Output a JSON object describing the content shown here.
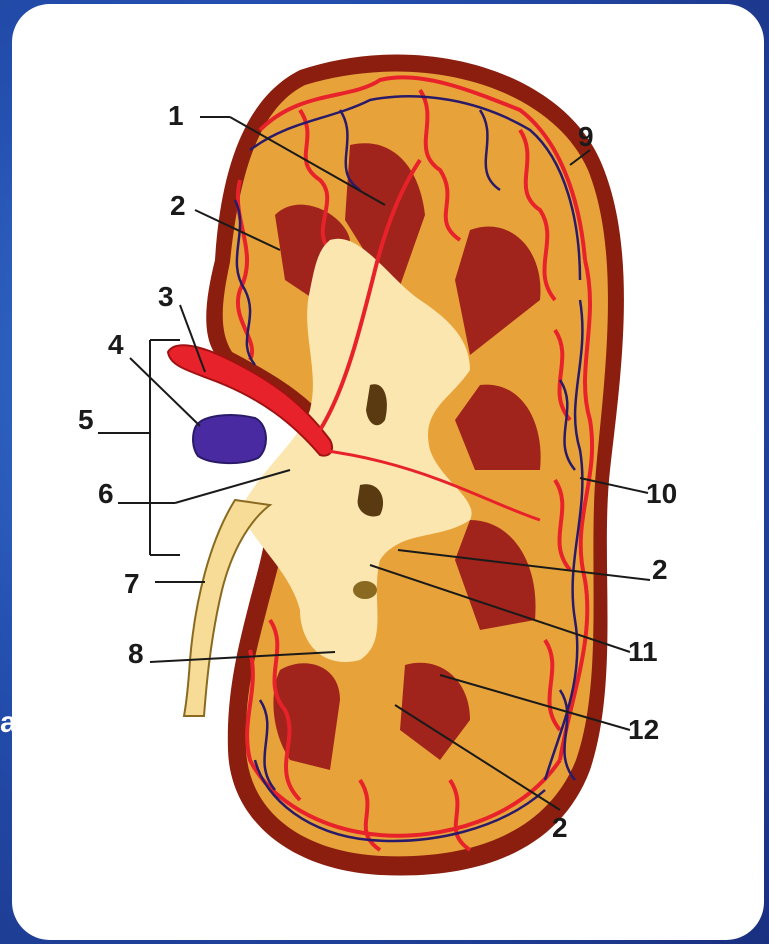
{
  "diagram": {
    "stray_text": "a",
    "labels": {
      "l1": "1",
      "l2a": "2",
      "l3": "3",
      "l4": "4",
      "l5": "5",
      "l6": "6",
      "l7": "7",
      "l8": "8",
      "l9": "9",
      "l10": "10",
      "l2b": "2",
      "l11": "11",
      "l12": "12",
      "l2c": "2"
    },
    "colors": {
      "capsule": "#8b1e0e",
      "cortex": "#e8a23a",
      "pyramids": "#a0241b",
      "pelvis": "#fbe6b0",
      "artery": "#e8222a",
      "vein": "#5a2aa8",
      "background": "#2450b0"
    }
  }
}
